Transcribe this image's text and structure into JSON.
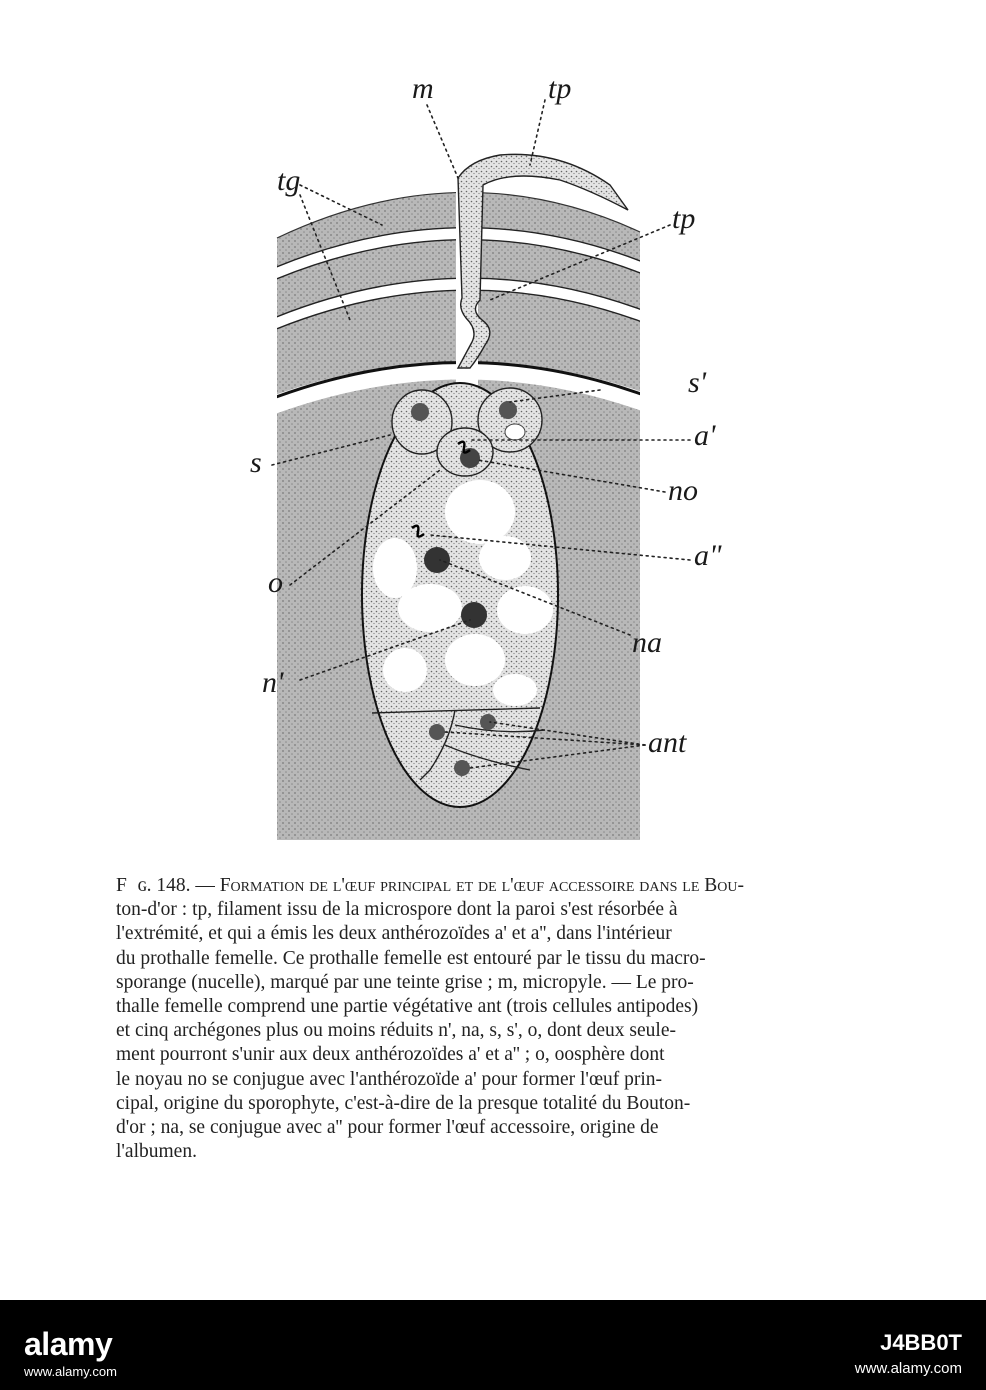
{
  "figure": {
    "labels": {
      "m": "m",
      "tp_top": "tp",
      "tg": "tg",
      "tp_mid": "tp",
      "s_prime": "s'",
      "s": "s",
      "a_prime": "a'",
      "no": "no",
      "a_dprime": "a\"",
      "o": "o",
      "na": "na",
      "n_prime": "n'",
      "ant": "ant"
    }
  },
  "caption": {
    "lines": [
      "Fɪɢ. 148. — Formation de l'œuf principal et de l'œuf accessoire dans le Bou-",
      "ton-d'or : tp, filament issu de la microspore dont la paroi s'est résorbée à",
      "l'extrémité, et qui a émis les deux anthérozoïdes a' et a'', dans l'intérieur",
      "du prothalle femelle. Ce prothalle femelle est entouré par le tissu du macro-",
      "sporange (nucelle), marqué par une teinte grise ; m, micropyle. — Le pro-",
      "thalle femelle comprend une partie végétative ant (trois cellules antipodes)",
      "et cinq archégones plus ou moins réduits n', na, s, s', o, dont deux seule-",
      "ment pourront s'unir aux deux anthérozoïdes a' et a'' ; o, oosphère dont",
      "le noyau no se conjugue avec l'anthérozoïde a' pour former l'œuf prin-",
      "cipal, origine du sporophyte, c'est-à-dire de la presque totalité du Bouton-",
      "d'or ; na, se conjugue avec a'' pour former l'œuf accessoire, origine de",
      "l'albumen."
    ]
  },
  "watermark": {
    "brand": "alamy",
    "image_id": "J4BB0T",
    "site": "www.alamy.com"
  },
  "colors": {
    "footer_bg": "#000000",
    "footer_text": "#ffffff",
    "tissue_gray": "#b9b9b9"
  }
}
